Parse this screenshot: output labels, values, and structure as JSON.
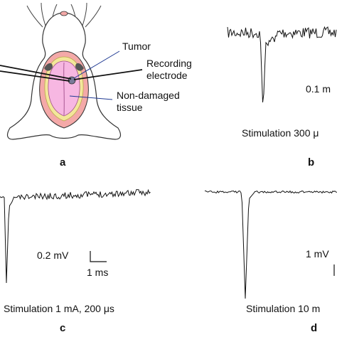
{
  "panel_a": {
    "letter": "a",
    "labels": {
      "tumor": "Tumor",
      "recording_line1": "Recording",
      "recording_line2": "electrode",
      "nondamaged_line1": "Non-damaged",
      "nondamaged_line2": "tissue"
    },
    "colors": {
      "skull": "#f4a9a8",
      "tissue": "#f7b7e2",
      "bone_rim": "#f3e79a",
      "tumor": "#7a7a9a",
      "pointer": "#1f3a93"
    }
  },
  "panel_b": {
    "letter": "b",
    "scale_voltage": "0.1 m",
    "stimulation": "Stimulation 300 μ"
  },
  "panel_c": {
    "letter": "c",
    "scale_voltage": "0.2 mV",
    "scale_time": "1 ms",
    "stimulation": "Stimulation 1 mA, 200 μs"
  },
  "panel_d": {
    "letter": "d",
    "scale_voltage": "1 mV",
    "stimulation": "Stimulation 10 m"
  }
}
